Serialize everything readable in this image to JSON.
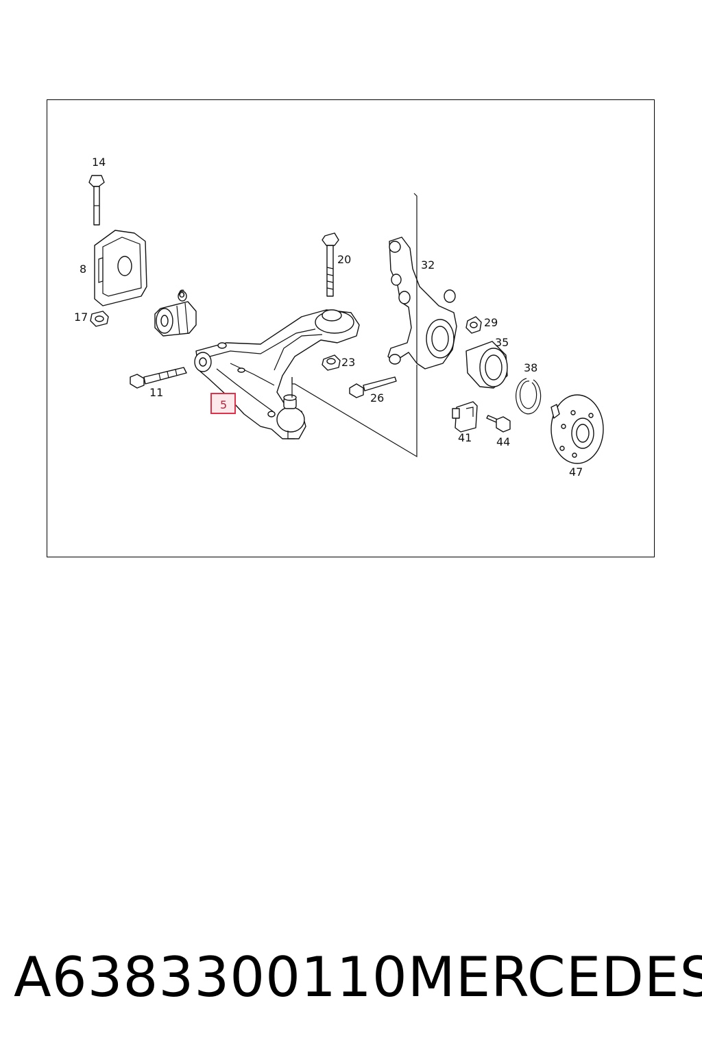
{
  "diagram": {
    "labels": {
      "p14": "14",
      "p8": "8",
      "p17": "17",
      "p6": "6",
      "p11": "11",
      "p5": "5",
      "p20": "20",
      "p23": "23",
      "p26": "26",
      "p32": "32",
      "p29": "29",
      "p35": "35",
      "p38": "38",
      "p41": "41",
      "p44": "44",
      "p47": "47"
    },
    "highlight_color": "#e0304a"
  },
  "footer": {
    "part_number": "A6383300110",
    "brand": "MERCEDES"
  }
}
